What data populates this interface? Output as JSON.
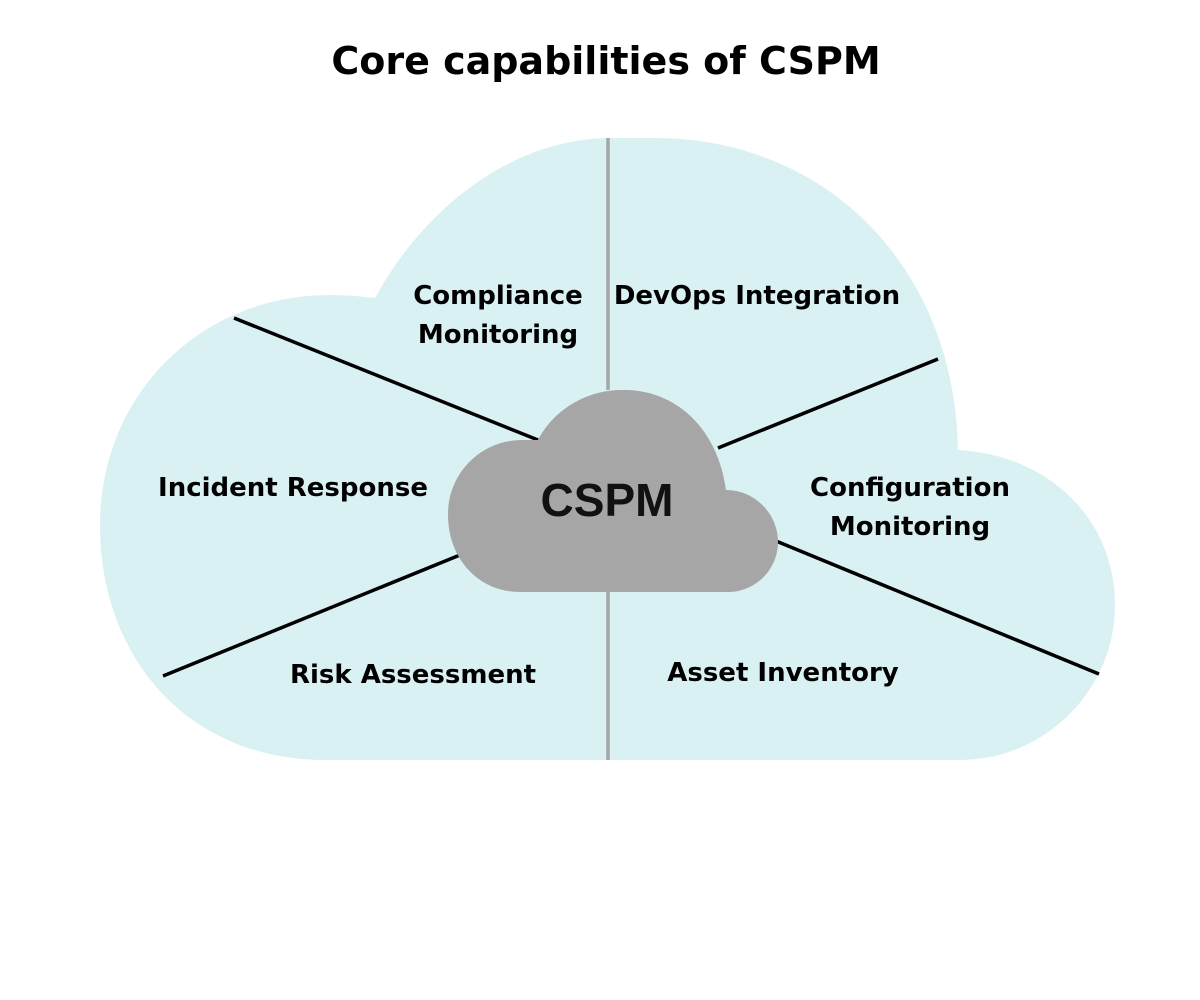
{
  "title": "Core capabilities of CSPM",
  "center": {
    "label": "CSPM"
  },
  "segments": [
    {
      "id": "compliance",
      "lines": [
        "Compliance",
        "Monitoring"
      ]
    },
    {
      "id": "devops",
      "lines": [
        "DevOps Integration"
      ]
    },
    {
      "id": "configuration",
      "lines": [
        "Configuration",
        "Monitoring"
      ]
    },
    {
      "id": "asset",
      "lines": [
        "Asset Inventory"
      ]
    },
    {
      "id": "risk",
      "lines": [
        "Risk Assessment"
      ]
    },
    {
      "id": "incident",
      "lines": [
        "Incident Response"
      ]
    }
  ],
  "colors": {
    "outer_cloud": "#daf1f4",
    "inner_cloud": "#a6a6a6",
    "divider_dark": "#000000",
    "divider_gray": "#a6a6a6"
  }
}
